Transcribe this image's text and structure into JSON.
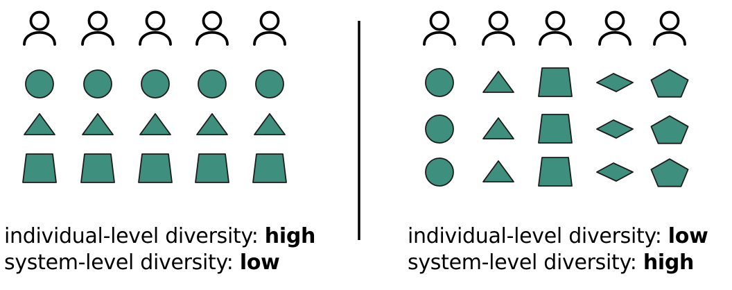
{
  "colors": {
    "shape_fill": "#3f8f7e",
    "shape_stroke": "#1b1b1b",
    "person_stroke": "#000000",
    "divider": "#000000"
  },
  "icons": {
    "person": "person-icon",
    "shapes": [
      "circle-icon",
      "triangle-icon",
      "trapezoid-icon",
      "diamond-icon",
      "pentagon-icon"
    ]
  },
  "panels": {
    "left": {
      "people_count": 5,
      "layout": "each person holds circle, triangle, trapezoid (rows = shape kinds)",
      "rows": [
        [
          "circle",
          "circle",
          "circle",
          "circle",
          "circle"
        ],
        [
          "triangle",
          "triangle",
          "triangle",
          "triangle",
          "triangle"
        ],
        [
          "trapezoid",
          "trapezoid",
          "trapezoid",
          "trapezoid",
          "trapezoid"
        ]
      ],
      "caption": {
        "line1_label": "individual-level diversity:",
        "line1_value": "high",
        "line2_label": "system-level diversity:",
        "line2_value": "low"
      }
    },
    "right": {
      "people_count": 5,
      "layout": "each person holds three copies of a single shape (columns = shape kinds)",
      "rows": [
        [
          "circle",
          "triangle",
          "trapezoid",
          "diamond",
          "pentagon"
        ],
        [
          "circle",
          "triangle",
          "trapezoid",
          "diamond",
          "pentagon"
        ],
        [
          "circle",
          "triangle",
          "trapezoid",
          "diamond",
          "pentagon"
        ]
      ],
      "caption": {
        "line1_label": "individual-level diversity:",
        "line1_value": "low",
        "line2_label": "system-level diversity:",
        "line2_value": "high"
      }
    }
  }
}
